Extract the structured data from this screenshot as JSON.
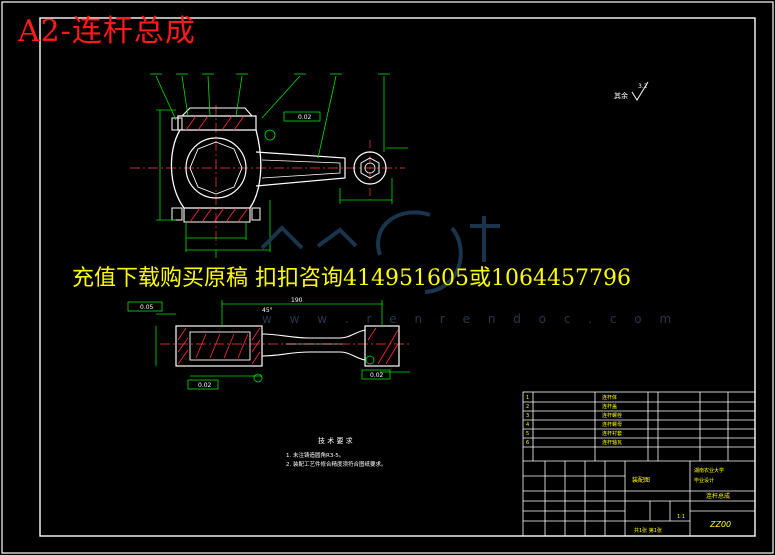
{
  "header": {
    "title": "A2-连杆总成"
  },
  "overlay": {
    "promo": "充值下载购买原稿 扣扣咨询414951605或1064457796",
    "watermark": "w w w . r e n r e n d o c . c o m"
  },
  "drawing": {
    "roughness_label": "其余",
    "roughness_value": "3.2",
    "dim_length": "190",
    "tolerance_top": "0.02",
    "tolerance_bottom": "0.05",
    "tolerance_flat": "0.02",
    "tolerance_mid": "0.02",
    "dim_small_angle": "45°"
  },
  "tech_notes": {
    "heading": "技 术 要 求",
    "line1": "1. 未注铸造圆角R3-5。",
    "line2": "2. 装配工艺件修合精度须符合图纸要求。"
  },
  "title_block": {
    "drawing_name": "连杆总成",
    "school_line1": "湖南农业大学",
    "school_line2": "毕业设计",
    "drawing_no": "ZZ00",
    "scale": "1:1",
    "sheet": "共1张 第1张",
    "material": "装配图",
    "rows": [
      "1",
      "2",
      "3",
      "4",
      "5",
      "6"
    ],
    "bom_part_names": [
      "连杆体",
      "连杆盖",
      "连杆螺栓",
      "连杆螺母",
      "连杆衬套",
      "连杆轴瓦"
    ]
  }
}
